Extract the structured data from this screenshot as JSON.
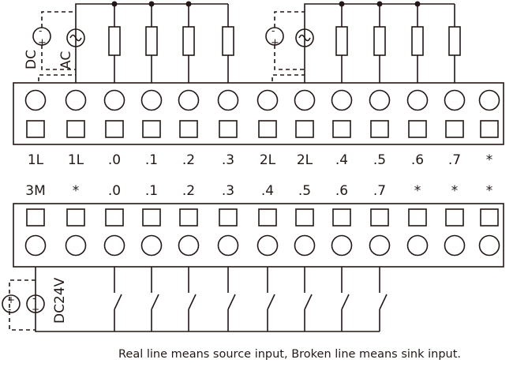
{
  "top_block": {
    "labels": [
      "1L",
      "1L",
      ".0",
      ".1",
      ".2",
      ".3",
      "2L",
      "2L",
      ".4",
      ".5",
      ".6",
      ".7",
      "*"
    ]
  },
  "bottom_block": {
    "labels": [
      "3M",
      "*",
      ".0",
      ".1",
      ".2",
      ".3",
      ".4",
      ".5",
      ".6",
      ".7",
      "*",
      "*",
      "*"
    ]
  },
  "sources": {
    "dc_label": "DC",
    "ac_label": "AC",
    "dc24v_label": "DC24V",
    "plus": "+",
    "minus": "-"
  },
  "caption": "Real line means source input, Broken line means sink input."
}
